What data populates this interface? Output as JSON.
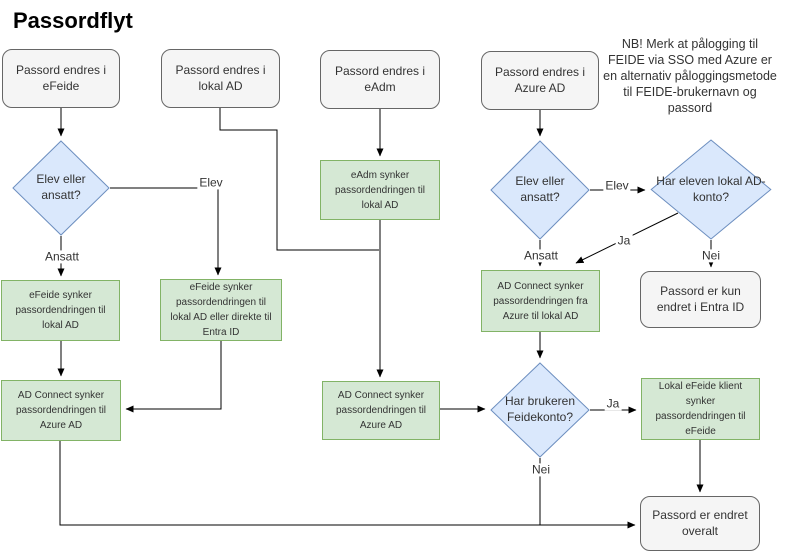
{
  "title": "Passordflyt",
  "note": "NB! Merk at pålogging til\nFEIDE via SSO med Azure er\nen alternativ påloggingsmetode\ntil FEIDE-brukernavn og\npassord",
  "colors": {
    "process_fill": "#d5e8d4",
    "process_border": "#82b366",
    "decision_fill": "#dae8fc",
    "decision_border": "#6c8ebf",
    "terminator_fill": "#f5f5f5",
    "terminator_border": "#666666",
    "connector": "#000000"
  },
  "nodes": {
    "start_efeide": {
      "label": "Passord endres i eFeide",
      "type": "terminator"
    },
    "start_lokal_ad": {
      "label": "Passord endres i lokal AD",
      "type": "terminator"
    },
    "start_eadm": {
      "label": "Passord endres i eAdm",
      "type": "terminator"
    },
    "start_azure_ad": {
      "label": "Passord endres i Azure AD",
      "type": "terminator"
    },
    "dec_elev_ansatt_1": {
      "label": "Elev eller ansatt?",
      "type": "decision"
    },
    "dec_elev_ansatt_2": {
      "label": "Elev eller ansatt?",
      "type": "decision"
    },
    "dec_lokal_ad_konto": {
      "label": "Har eleven lokal AD-konto?",
      "type": "decision"
    },
    "dec_feidekonto": {
      "label": "Har brukeren Feidekonto?",
      "type": "decision"
    },
    "proc_efeide_lokal_ad": {
      "label": "eFeide synker passordendringen til lokal AD",
      "type": "process"
    },
    "proc_efeide_entra": {
      "label": "eFeide synker passordendringen til lokal AD eller direkte til Entra ID",
      "type": "process"
    },
    "proc_eadm": {
      "label": "eAdm synker passordendringen til lokal AD",
      "type": "process"
    },
    "proc_adconnect_left": {
      "label": "AD Connect synker passordendringen til Azure AD",
      "type": "process"
    },
    "proc_adconnect_mid": {
      "label": "AD Connect synker passordendringen til Azure AD",
      "type": "process"
    },
    "proc_adconnect_fra_azure": {
      "label": "AD Connect synker passordendringen fra Azure til lokal AD",
      "type": "process"
    },
    "proc_lokal_efeide_klient": {
      "label": "Lokal eFeide klient synker passordendringen til eFeide",
      "type": "process"
    },
    "end_entra": {
      "label": "Passord er kun endret i Entra ID",
      "type": "terminator"
    },
    "end_overalt": {
      "label": "Passord er endret overalt",
      "type": "terminator"
    }
  },
  "edge_labels": {
    "elev_1": "Elev",
    "ansatt_1": "Ansatt",
    "elev_2": "Elev",
    "ansatt_2": "Ansatt",
    "ja_adkonto": "Ja",
    "nei_adkonto": "Nei",
    "ja_feidekonto": "Ja",
    "nei_feidekonto": "Nei"
  }
}
